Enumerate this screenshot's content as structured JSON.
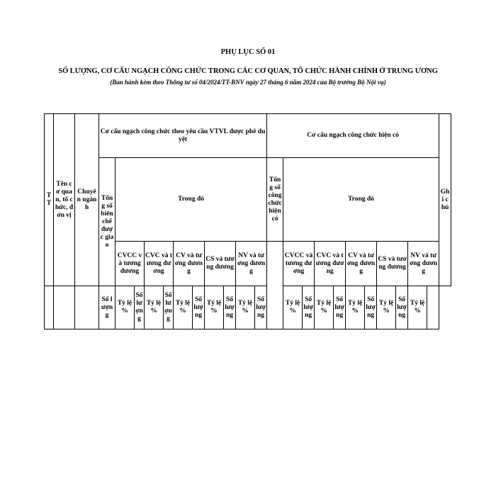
{
  "document": {
    "title": "PHỤ LỤC SỐ 01",
    "subtitle": "SỐ LƯỢNG, CƠ CẤU NGẠCH CÔNG CHỨC TRONG CÁC CƠ QUAN, TỔ CHỨC HÀNH CHÍNH Ở TRUNG ƯƠNG",
    "note": "(Ban hành kèm theo Thông tư số 04/2024/TT-BNV ngày 27 tháng 6 năm 2024 của Bộ trưởng Bộ Nội vụ)"
  },
  "table": {
    "col_tt": "TT",
    "col_agency": "Tên cơ quan, tổ chức, đơn vị",
    "col_field": "Chuyên ngành",
    "group_approved": "Cơ cấu ngạch công chức theo yêu cầu VTVL được phê duyệt",
    "group_current": "Cơ cấu ngạch công chức hiện có",
    "col_note": "Ghi chú",
    "total_assigned": "Tổng số biên chế được giao",
    "total_current": "Tổng số công chức hiện có",
    "in_which": "Trong đó",
    "ranks": [
      "CVCC và tương đương",
      "CVC và tương đương",
      "CV và tương đương",
      "CS và tương đương",
      "NV và tương đương"
    ],
    "sub_count": "Số lượng",
    "sub_ratio": "Tỷ lệ %"
  }
}
